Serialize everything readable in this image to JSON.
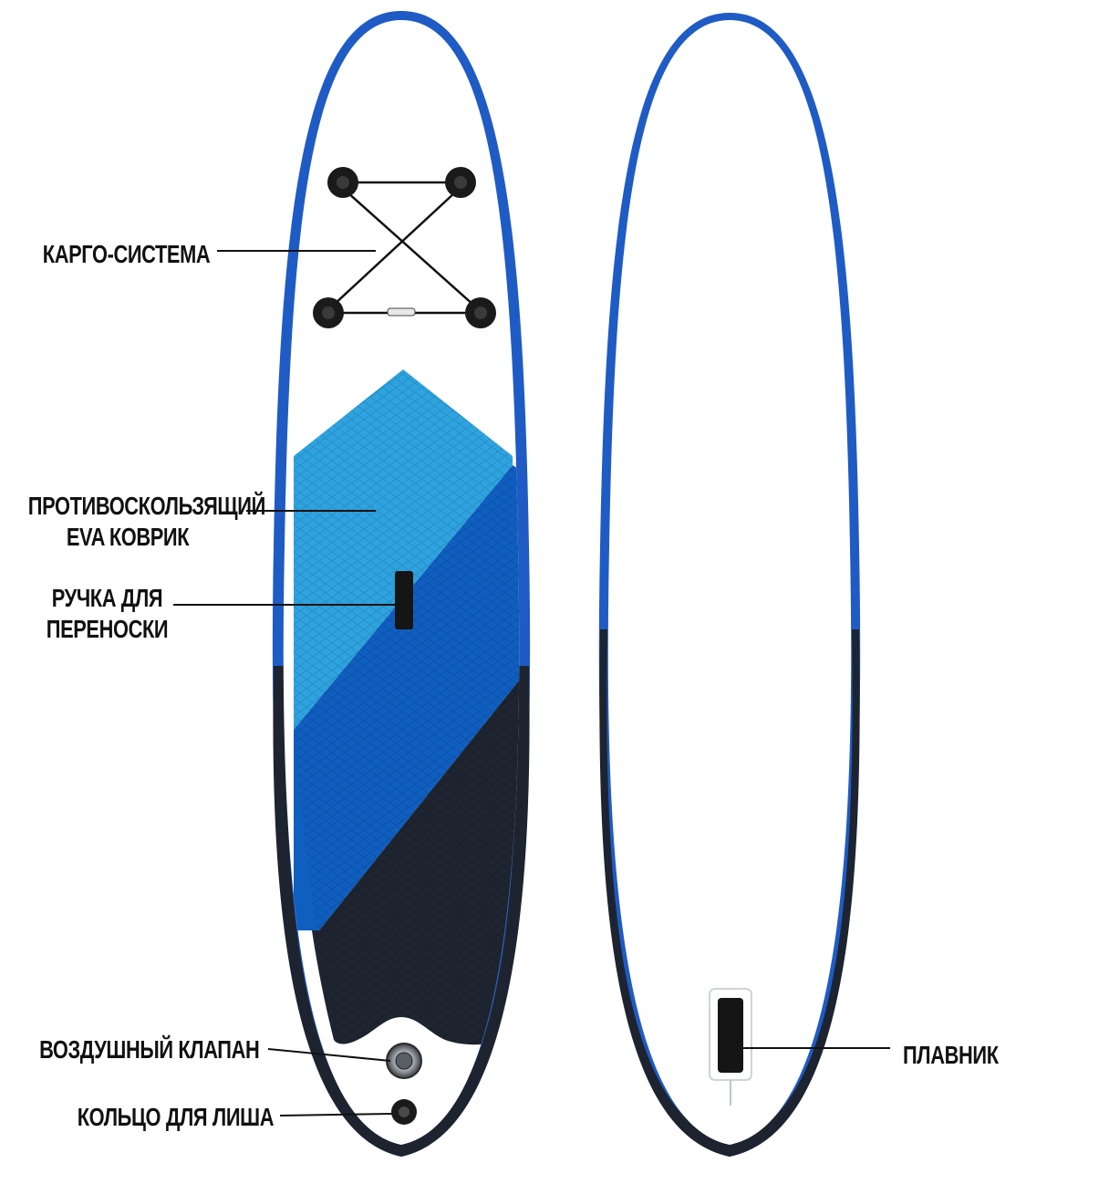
{
  "colors": {
    "board_outline": "#1f5bc4",
    "deck_white": "#ffffff",
    "pad_light_blue": "#2ea3e0",
    "pad_mid_blue": "#0f5fc0",
    "pad_dark": "#1e2430",
    "accessory_black": "#1a1a1a",
    "leader_line": "#111111"
  },
  "boards": {
    "top_view": {
      "name_icon": "sup-board-deck-icon"
    },
    "bottom_view": {
      "name_icon": "sup-board-hull-icon"
    }
  },
  "callouts": {
    "cargo_system": {
      "line1": "КАРГО-СИСТЕМА"
    },
    "eva_pad": {
      "line1": "ПРОТИВОСКОЛЬЗЯЩИЙ",
      "line2": "EVA КОВРИК"
    },
    "carry_handle": {
      "line1": "РУЧКА ДЛЯ",
      "line2": "ПЕРЕНОСКИ"
    },
    "air_valve": {
      "line1": "ВОЗДУШНЫЙ КЛАПАН"
    },
    "leash_ring": {
      "line1": "КОЛЬЦО ДЛЯ ЛИША"
    },
    "fin": {
      "line1": "ПЛАВНИК"
    }
  }
}
